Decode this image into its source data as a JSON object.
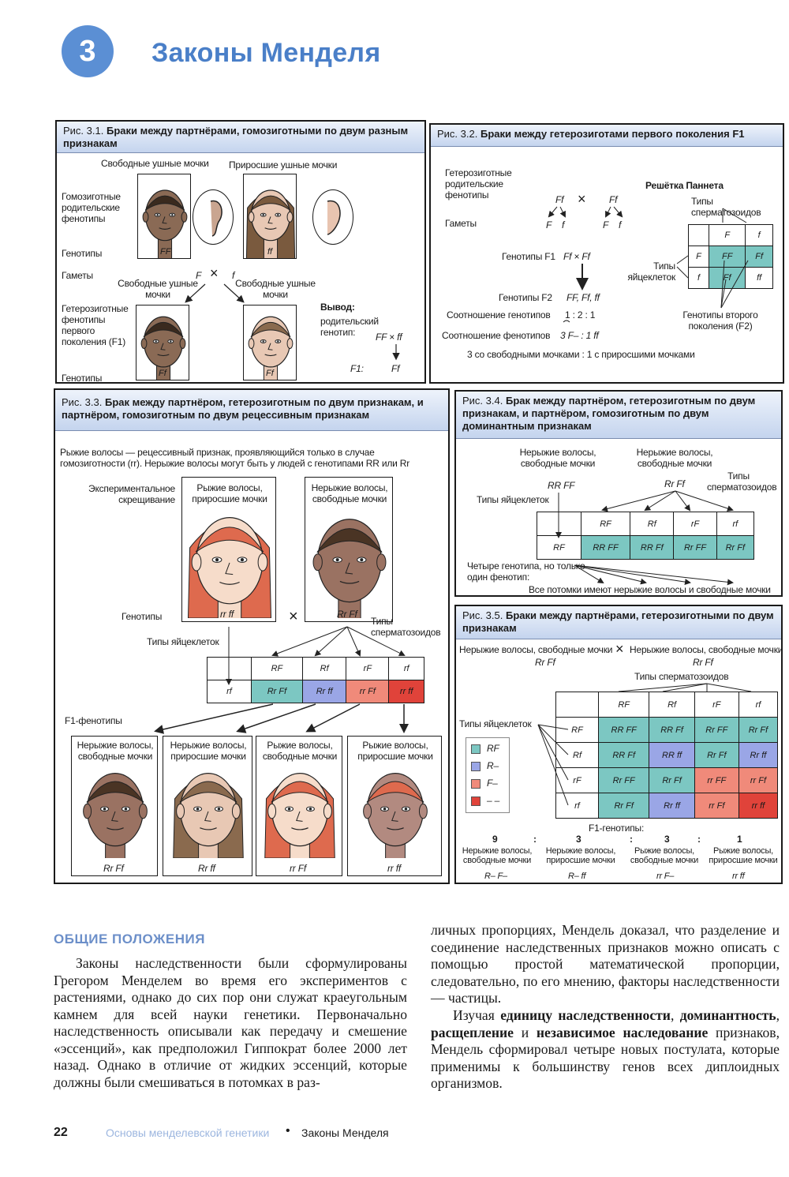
{
  "chapter": {
    "number": "3",
    "title": "Законы Менделя"
  },
  "fig31": {
    "num": "Рис. 3.1.",
    "title": "Браки между партнёрами, гомозиготными по двум разным признакам",
    "col1": "Свободные ушные мочки",
    "col2": "Приросшие ушные мочки",
    "row_pheno": "Гомозиготные родительские фенотипы",
    "row_geno": "Генотипы",
    "row_gametes": "Гаметы",
    "geno1": "FF",
    "geno2": "ff",
    "gam1": "F",
    "gam2": "f",
    "cross": "×",
    "child1": "Свободные ушные мочки",
    "child2": "Свободные ушные мочки",
    "row_f1": "Гетерозиготные фенотипы первого поколения (F1)",
    "row_geno2": "Генотипы",
    "child_geno1": "Ff",
    "child_geno2": "Ff",
    "concl_title": "Вывод:",
    "concl_text": "родительский генотип:",
    "concl_parent": "FF × ff",
    "concl_f1": "F1:",
    "concl_f1_val": "Ff"
  },
  "fig32": {
    "num": "Рис. 3.2.",
    "title": "Браки между гетерозиготами первого поколения F1",
    "parents_label": "Гетерозиготные родительские фенотипы",
    "p1": "Ff",
    "p2": "Ff",
    "cross": "×",
    "gametes_label": "Гаметы",
    "g": [
      "F",
      "f",
      "F",
      "f"
    ],
    "punnett_title": "Решётка Паннета",
    "sperm_types": "Типы сперматозоидов",
    "egg_types": "Типы яйцеклеток",
    "f1_geno_label": "Генотипы F1",
    "f1_geno": "Ff × Ff",
    "f2_geno_label": "Генотипы F2",
    "f2_geno": "FF, Ff, ff",
    "ratio_geno_label": "Соотношение генотипов",
    "ratio_geno": "1 : 2 : 1",
    "ratio_pheno_label": "Соотношение фенотипов",
    "ratio_pheno": "3 F– : 1 ff",
    "summary": "3 со свободными мочками : 1 с приросшими мочками",
    "f2_note": "Генотипы второго поколения (F2)",
    "cols": [
      "F",
      "f"
    ],
    "rows": [
      {
        "head": "F",
        "cells": [
          "FF",
          "Ff"
        ]
      },
      {
        "head": "f",
        "cells": [
          "Ff",
          "ff"
        ]
      }
    ]
  },
  "fig33": {
    "num": "Рис. 3.3.",
    "title": "Брак между партнёром, гетерозиготным по двум признакам, и партнёром, гомозиготным по двум рецессивным признакам",
    "intro": "Рыжие волосы — рецессивный признак, проявляющийся только в случае гомозиготности (rr). Нерыжие волосы могут быть у людей с генотипами RR или Rr",
    "exp": "Экспериментальное скрещивание",
    "p1_label": "Рыжие волосы, приросшие мочки",
    "p2_label": "Нерыжие волосы, свободные мочки",
    "genotypes": "Генотипы",
    "p1_geno": "rr ff",
    "p2_geno": "Rr Ff",
    "cross": "×",
    "egg_types": "Типы яйцеклеток",
    "sperm_types": "Типы сперматозоидов",
    "cols": [
      "RF",
      "Rf",
      "rF",
      "rf"
    ],
    "row_head": "rf",
    "cells": [
      "Rr Ff",
      "Rr ff",
      "rr Ff",
      "rr ff"
    ],
    "f1_label": "F1-фенотипы",
    "kids": [
      {
        "label": "Нерыжие волосы, свободные мочки",
        "geno": "Rr Ff"
      },
      {
        "label": "Нерыжие волосы, приросшие мочки",
        "geno": "Rr ff"
      },
      {
        "label": "Рыжие волосы, свободные мочки",
        "geno": "rr Ff"
      },
      {
        "label": "Рыжие волосы, приросшие мочки",
        "geno": "rr ff"
      }
    ]
  },
  "fig34": {
    "num": "Рис. 3.4.",
    "title": "Брак между партнёром, гетерозиготным по двум признакам, и партнёром, гомозиготным по двум доминантным признакам",
    "p1_label": "Нерыжие волосы, свободные мочки",
    "p2_label": "Нерыжие волосы, свободные мочки",
    "p1_geno": "RR FF",
    "p2_geno": "Rr Ff",
    "egg_types": "Типы яйцеклеток",
    "sperm_types": "Типы сперматозоидов",
    "cols": [
      "RF",
      "Rf",
      "rF",
      "rf"
    ],
    "row_head": "RF",
    "cells": [
      "RR FF",
      "RR Ff",
      "Rr FF",
      "Rr Ff"
    ],
    "note": "Четыре генотипа, но только один фенотип:",
    "result": "Все потомки имеют нерыжие волосы и свободные мочки"
  },
  "fig35": {
    "num": "Рис. 3.5.",
    "title": "Браки между партнёрами, гетерозиготными по двум признакам",
    "p1_label": "Нерыжие волосы, свободные мочки",
    "cross": "×",
    "p2_label": "Нерыжие волосы, свободные мочки",
    "p1_geno": "Rr Ff",
    "p2_geno": "Rr Ff",
    "sperm_types": "Типы сперматозоидов",
    "egg_types": "Типы яйцеклеток",
    "cols": [
      "RF",
      "Rf",
      "rF",
      "rf"
    ],
    "rows": [
      {
        "head": "RF",
        "cells": [
          "RR FF",
          "RR Ff",
          "Rr FF",
          "Rr Ff"
        ]
      },
      {
        "head": "Rf",
        "cells": [
          "RR Ff",
          "RR ff",
          "Rr Ff",
          "Rr ff"
        ]
      },
      {
        "head": "rF",
        "cells": [
          "Rr FF",
          "Rr Ff",
          "rr FF",
          "rr Ff"
        ]
      },
      {
        "head": "rf",
        "cells": [
          "Rr Ff",
          "Rr ff",
          "rr Ff",
          "rr ff"
        ]
      }
    ],
    "legend": [
      "RF",
      "R–",
      "F–",
      "– –"
    ],
    "f1_label": "F1-генотипы:",
    "ratio": [
      "9",
      ":",
      "3",
      ":",
      "3",
      ":",
      "1"
    ],
    "phenos": [
      {
        "label": "Нерыжие волосы, свободные мочки",
        "geno": "R– F–"
      },
      {
        "label": "Нерыжие волосы, приросшие мочки",
        "geno": "R– ff"
      },
      {
        "label": "Рыжие волосы, свободные мочки",
        "geno": "rr F–"
      },
      {
        "label": "Рыжие волосы, приросшие мочки",
        "geno": "rr ff"
      }
    ]
  },
  "text": {
    "section": "ОБЩИЕ ПОЛОЖЕНИЯ",
    "p1": "Законы наследственности были сформулированы Грегором Менделем во время его экспериментов с растениями, однако до сих пор они служат краеугольным камнем для всей науки генетики. Первоначально наследственность описывали как передачу и смешение «эссенций», как предположил Гиппократ более 2000 лет назад. Однако в отличие от жидких эссенций, которые должны были смешиваться в потомках в раз-",
    "p2": "личных пропорциях, Мендель доказал, что разделение и соединение наследственных признаков можно описать с помощью простой математической пропорции, следовательно, по его мнению, факторы наследственности — частицы.",
    "p3_a": "Изучая ",
    "p3_b1": "единицу наследственности",
    "p3_c1": ", ",
    "p3_b2": "доминантность",
    "p3_c2": ", ",
    "p3_b3": "расщепление",
    "p3_c3": " и ",
    "p3_b4": "независимое наследование",
    "p3_d": " признаков, Мендель сформировал четыре новых постулата, которые применимы к большинству генов всех диплоидных организмов."
  },
  "footer": {
    "page": "22",
    "section": "Основы менделевской генетики",
    "dot": "•",
    "chapter": "Законы Менделя"
  },
  "colors": {
    "teal": "#7cc7c2",
    "blue": "#9aa6e6",
    "pink": "#f08a7a",
    "red": "#e0433a",
    "accent": "#4a7fc8"
  }
}
